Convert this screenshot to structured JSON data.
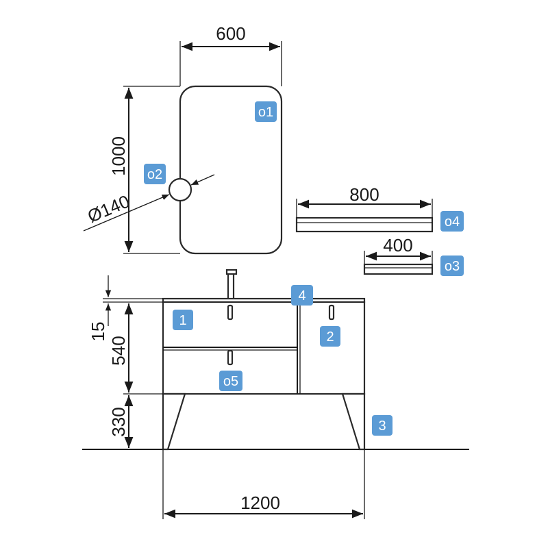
{
  "dimensions": {
    "mirror_width": "600",
    "mirror_height": "1000",
    "mirror_hole": "Ø140",
    "shelf_long": "800",
    "shelf_short": "400",
    "top_thickness": "15",
    "cabinet_height": "540",
    "leg_height": "330",
    "total_width": "1200"
  },
  "tags": {
    "o1": "o1",
    "o2": "o2",
    "o3": "o3",
    "o4": "o4",
    "o5": "o5",
    "t1": "1",
    "t2": "2",
    "t3": "3",
    "t4": "4"
  },
  "colors": {
    "tag_fill": "#5b9bd5",
    "line": "#1a1a1a"
  }
}
